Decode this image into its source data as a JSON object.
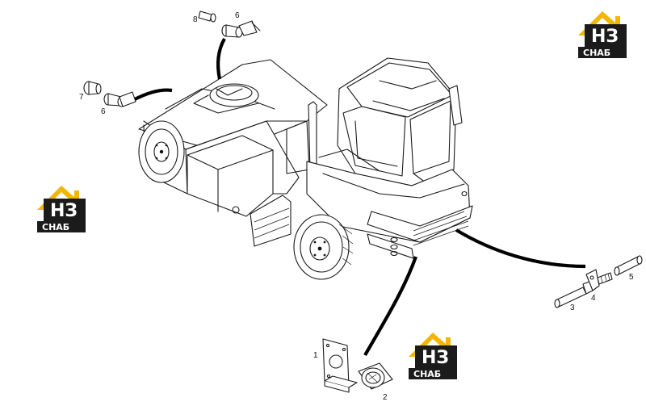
{
  "logo": {
    "top_text": "НЗ",
    "bottom_text": "СНАБ",
    "colors": {
      "roof": "#f2b705",
      "dark": "#1b1b1b",
      "text": "#ffffff"
    }
  },
  "callouts": {
    "p1": "1",
    "p2": "2",
    "p3": "3",
    "p4": "4",
    "p5": "5",
    "p6a": "6",
    "p6b": "6",
    "p7": "7",
    "p8": "8"
  },
  "icons": [
    "truck-tractor-drawing",
    "mounting-bracket-icon",
    "trailer-socket-icon",
    "plug-icon",
    "clip-icon",
    "connector-icon",
    "air-coupling-icon",
    "fitting-icon",
    "plug-pin-icon"
  ]
}
